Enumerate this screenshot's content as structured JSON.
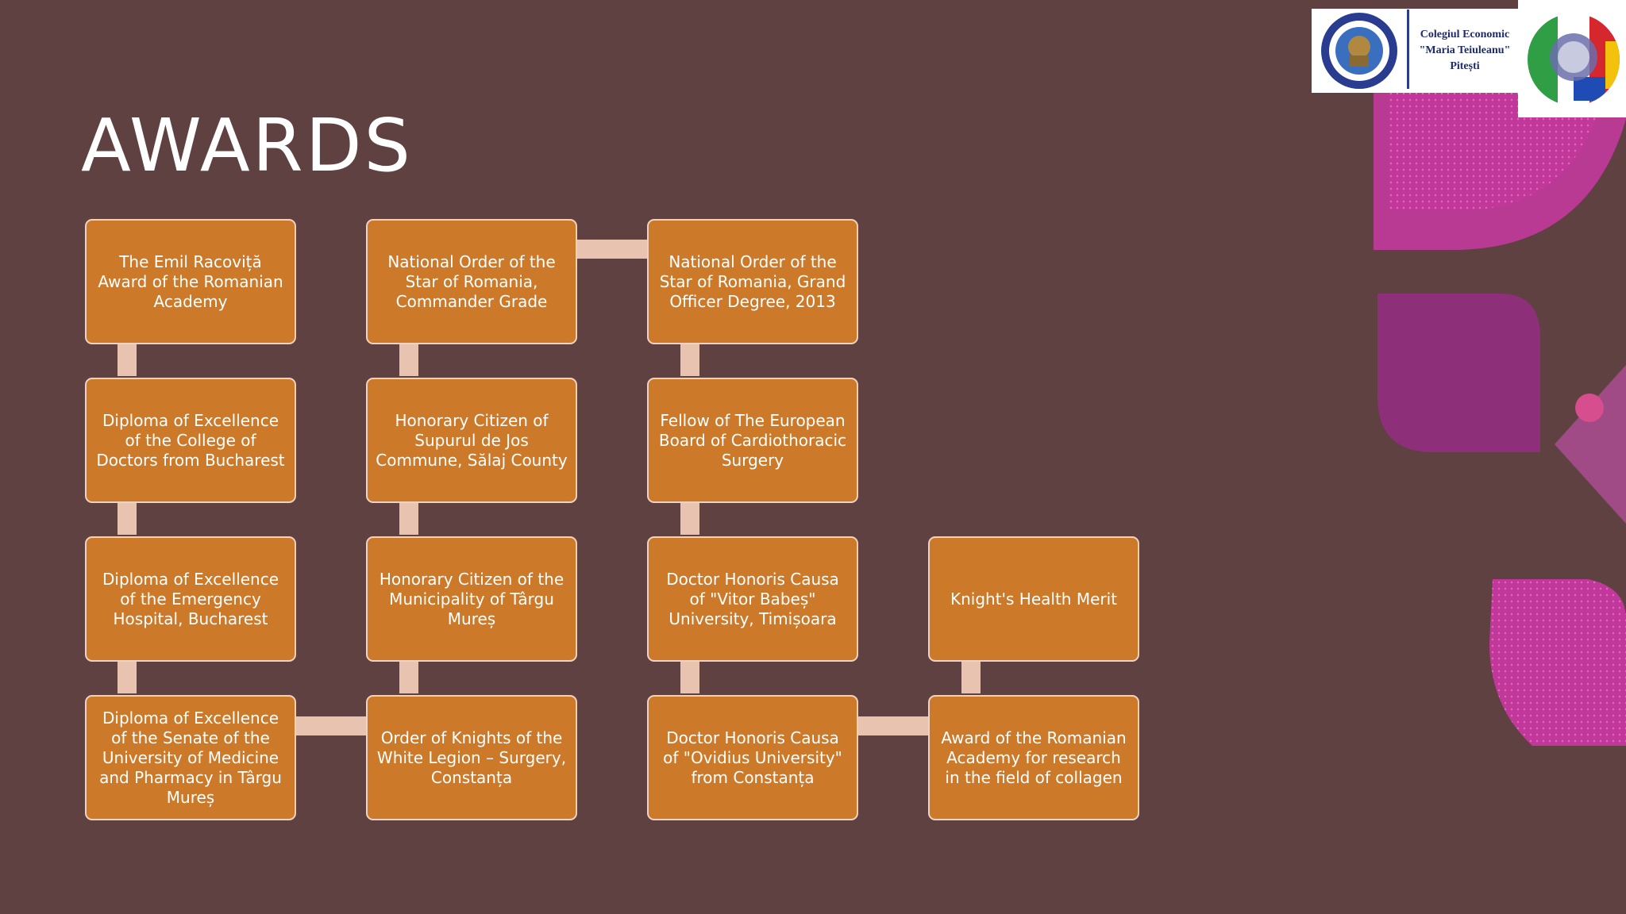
{
  "slide": {
    "title": "AWARDS"
  },
  "logo": {
    "school_line1": "Colegiul Economic",
    "school_line2": "\"Maria Teiuleanu\"",
    "school_line3": "Pitești"
  },
  "awards": {
    "col1": [
      "The Emil Racoviță Award of the Romanian Academy",
      "Diploma of Excellence of the College of Doctors from Bucharest",
      "Diploma of Excellence of the Emergency Hospital, Bucharest",
      "Diploma of Excellence of the Senate of the University of Medicine and Pharmacy in Târgu Mureș"
    ],
    "col2": [
      "National Order of the Star of Romania, Commander Grade",
      "Honorary Citizen of Supurul de Jos Commune, Sălaj County",
      "Honorary Citizen of the Municipality of Târgu Mureș",
      "Order of Knights of the White Legion – Surgery, Constanța"
    ],
    "col3": [
      "National Order of the Star of Romania, Grand Officer Degree, 2013",
      "Fellow of The European Board of Cardiothoracic Surgery",
      "Doctor Honoris Causa of \"Vitor Babeș\" University, Timișoara",
      "Doctor Honoris Causa of \"Ovidius University\" from Constanța"
    ],
    "col4": [
      "Knight's Health Merit",
      "Award of the Romanian Academy for research in the field of collagen"
    ]
  },
  "colors": {
    "background": "#5e4140",
    "box_fill": "#cc7a2a",
    "box_border": "#f2d2bf",
    "connector": "#e8c3b0",
    "accent_magenta": "#b5318c",
    "accent_purple": "#8e2f7a"
  }
}
